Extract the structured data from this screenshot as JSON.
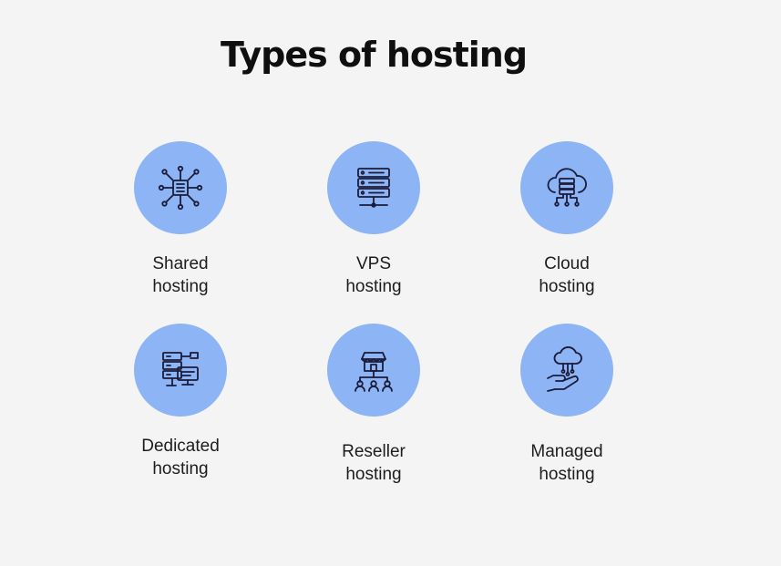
{
  "title": "Types of hosting",
  "accent_color": "#8db4f4",
  "items": [
    {
      "icon": "network-chip-icon",
      "line1": "Shared",
      "line2": "hosting"
    },
    {
      "icon": "server-rack-icon",
      "line1": "VPS",
      "line2": "hosting"
    },
    {
      "icon": "cloud-server-icon",
      "line1": "Cloud",
      "line2": "hosting"
    },
    {
      "icon": "dedicated-server-icon",
      "line1": "Dedicated",
      "line2": "hosting"
    },
    {
      "icon": "storefront-network-icon",
      "line1": "Reseller",
      "line2": "hosting"
    },
    {
      "icon": "hand-cloud-icon",
      "line1": "Managed",
      "line2": "hosting"
    }
  ]
}
